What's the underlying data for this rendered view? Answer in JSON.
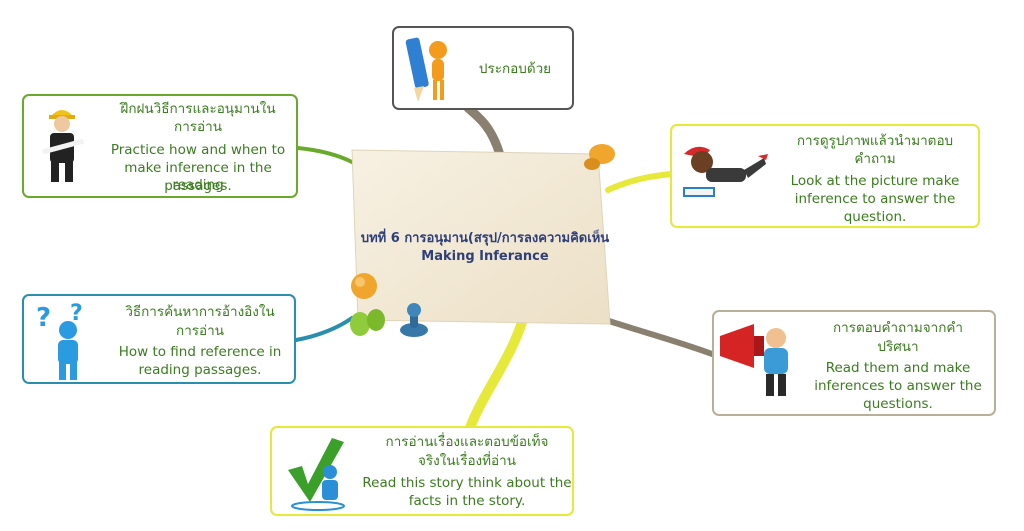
{
  "center": {
    "title_th": "บทที่ 6 การอนุมาน(สรุป/การลงความคิดเห็น",
    "title_en": "Making Inferance"
  },
  "nodes": {
    "top": {
      "th": "ประกอบด้วย",
      "border": "#555555",
      "icon": "pencil-figure-icon"
    },
    "left_top": {
      "th_1": "ฝึกฝนวิธีการและอนุมานใน",
      "th_2": "การอ่าน",
      "en_1": "Practice how and when to",
      "en_2": "make inference in the reading",
      "en_3": "passages.",
      "border": "#6aaa2a",
      "icon": "engineer-figure-icon"
    },
    "right_top": {
      "th_1": "การดูรูปภาพแล้วนำมาตอบ",
      "th_2": "คำถาม",
      "en_1": "Look at the picture make",
      "en_2": "inference to answer the",
      "en_3": "question.",
      "border": "#e6e83a",
      "icon": "reading-kid-icon"
    },
    "left_bottom": {
      "th_1": "วิธีการค้นหาการอ้างอิงใน",
      "th_2": "การอ่าน",
      "en_1": "How to find reference in",
      "en_2": "reading passages.",
      "border": "#2a8fae",
      "icon": "question-figure-icon"
    },
    "right_bottom": {
      "th_1": "การตอบคำถามจากคำ",
      "th_2": "ปริศนา",
      "en_1": "Read them and make",
      "en_2": "inferences to answer the",
      "en_3": "questions.",
      "border": "#b8ae9a",
      "icon": "megaphone-figure-icon"
    },
    "bottom": {
      "th_1": "การอ่านเรื่องและตอบข้อเท็จ",
      "th_2": "จริงในเรื่องที่อ่าน",
      "en_1": "Read this story think about the",
      "en_2": "facts in the story.",
      "border": "#e6e83a",
      "icon": "checkmark-figure-icon"
    }
  },
  "colors": {
    "text_green": "#3a7d1e",
    "center_text": "#2f3f7a",
    "paper": "#f2ead8",
    "pin_orange": "#f0a62c",
    "pin_green": "#8fcb3a",
    "pin_blue": "#3778a8"
  }
}
